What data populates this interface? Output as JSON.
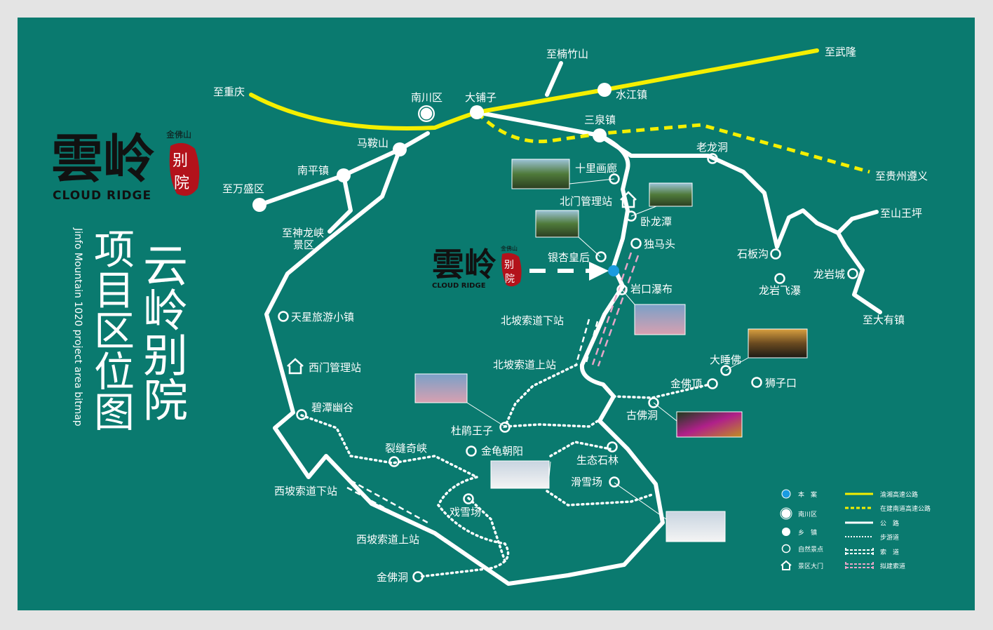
{
  "title": {
    "main": "云岭别院",
    "sub": "项目区位图",
    "english": "Jinfo Mountain 1020 project area bitmap"
  },
  "logo": {
    "chars": "雲岭",
    "tag": "金佛山",
    "seal_1": "别",
    "seal_2": "院",
    "english": "CLOUD RIDGE"
  },
  "places": {
    "chongqing": "至重庆",
    "nanchuan": "南川区",
    "dapuzi": "大铺子",
    "nanzhushan": "至楠竹山",
    "shuijiang": "水江镇",
    "wulong": "至武隆",
    "sanquan": "三泉镇",
    "laolongdong": "老龙洞",
    "zunyi": "至贵州遵义",
    "maanshan": "马鞍山",
    "nanping": "南平镇",
    "wansheng": "至万盛区",
    "shenlongxia_1": "至神龙峡",
    "shenlongxia_2": "景区",
    "shilihualang": "十里画廊",
    "beimen": "北门管理站",
    "wolongtan": "卧龙潭",
    "dumatou": "独马头",
    "shibangou": "石板沟",
    "shanwangping": "至山王坪",
    "longyancheng": "龙岩城",
    "longyanfeipu": "龙岩飞瀑",
    "dayou": "至大有镇",
    "yinxing": "银杏皇后",
    "yankou": "岩口瀑布",
    "beipo_low": "北坡索道下站",
    "tianxing": "天星旅游小镇",
    "ximen": "西门管理站",
    "beipo_up": "北坡索道上站",
    "shuifo": "大睡佛",
    "jinfoding": "金佛顶",
    "shizikou": "狮子口",
    "gufodong": "古佛洞",
    "bitan": "碧潭幽谷",
    "dujuan": "杜鹃王子",
    "liefeng": "裂缝奇峡",
    "jingui": "金龟朝阳",
    "shilin": "生态石林",
    "huaxue": "滑雪场",
    "xipo_low": "西坡索道下站",
    "xixue": "戏雪场",
    "xipo_up": "西坡索道上站",
    "jinfodong": "金佛洞"
  },
  "legend": {
    "project": "本　案",
    "district": "南川区",
    "town": "乡　镇",
    "spot": "自然景点",
    "gate": "景区大门",
    "highway": "渝湘高速公路",
    "highway_build": "在建南道高速公路",
    "road": "公　路",
    "trail": "步游道",
    "cableway": "索　道",
    "cableway_plan": "拟建索道"
  },
  "colors": {
    "background": "#0a7a6f",
    "highway": "#f4ef00",
    "project": "#1a9be0",
    "seal": "#b3121b",
    "planned_cable": "#e6a6c8"
  }
}
